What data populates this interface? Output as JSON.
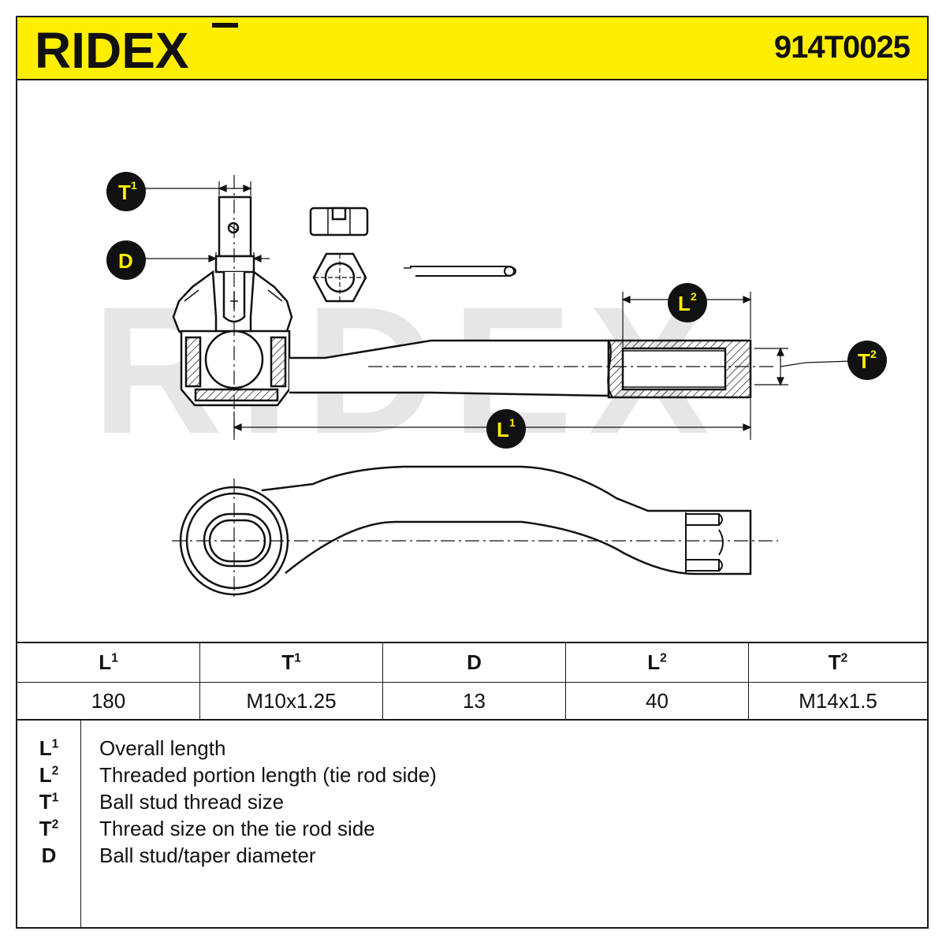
{
  "header": {
    "brand": "RIDEX",
    "part_number": "914T0025",
    "accent_color": "#ffee00"
  },
  "drawing": {
    "watermark": "RIDEX",
    "callouts": {
      "t1": "T",
      "t1_sup": "1",
      "d": "D",
      "l2": "L",
      "l2_sup": "2",
      "t2": "T",
      "t2_sup": "2",
      "l1": "L",
      "l1_sup": "1"
    }
  },
  "table": {
    "columns": [
      {
        "base": "L",
        "sup": "1",
        "value": "180"
      },
      {
        "base": "T",
        "sup": "1",
        "value": "M10x1.25"
      },
      {
        "base": "D",
        "sup": "",
        "value": "13"
      },
      {
        "base": "L",
        "sup": "2",
        "value": "40"
      },
      {
        "base": "T",
        "sup": "2",
        "value": "M14x1.5"
      }
    ]
  },
  "legend": [
    {
      "base": "L",
      "sup": "1",
      "desc": "Overall length"
    },
    {
      "base": "L",
      "sup": "2",
      "desc": "Threaded portion length (tie rod side)"
    },
    {
      "base": "T",
      "sup": "1",
      "desc": "Ball stud thread size"
    },
    {
      "base": "T",
      "sup": "2",
      "desc": "Thread size on the tie rod side"
    },
    {
      "base": "D",
      "sup": "",
      "desc": "Ball stud/taper diameter"
    }
  ]
}
